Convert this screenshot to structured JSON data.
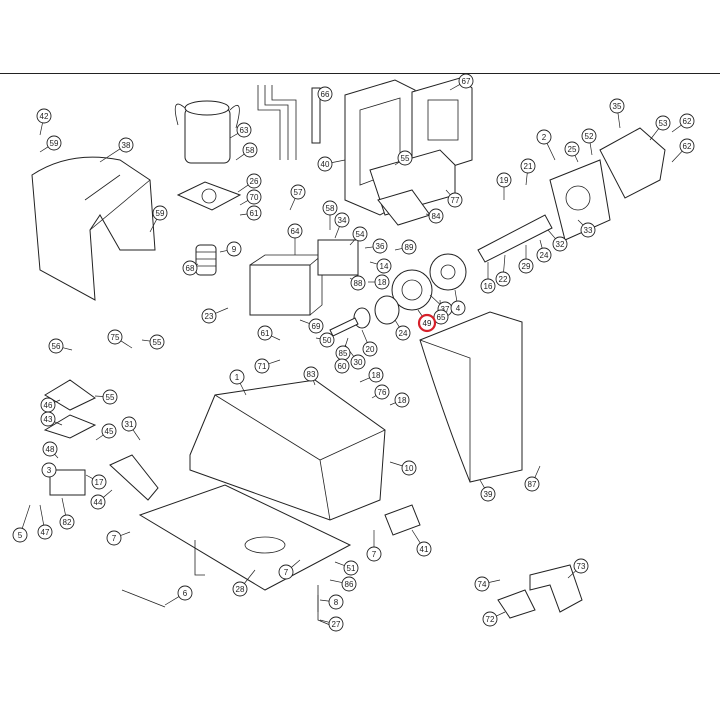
{
  "diagram": {
    "highlighted_part": "49",
    "accent_color": "#d6202a",
    "callouts": [
      {
        "label": "42"
      },
      {
        "label": "59"
      },
      {
        "label": "38"
      },
      {
        "label": "59"
      },
      {
        "label": "63"
      },
      {
        "label": "58"
      },
      {
        "label": "26"
      },
      {
        "label": "70"
      },
      {
        "label": "61"
      },
      {
        "label": "9"
      },
      {
        "label": "68"
      },
      {
        "label": "66"
      },
      {
        "label": "67"
      },
      {
        "label": "40"
      },
      {
        "label": "55"
      },
      {
        "label": "77"
      },
      {
        "label": "84"
      },
      {
        "label": "57"
      },
      {
        "label": "58"
      },
      {
        "label": "34"
      },
      {
        "label": "54"
      },
      {
        "label": "36"
      },
      {
        "label": "89"
      },
      {
        "label": "14"
      },
      {
        "label": "88"
      },
      {
        "label": "18"
      },
      {
        "label": "35"
      },
      {
        "label": "62"
      },
      {
        "label": "53"
      },
      {
        "label": "2"
      },
      {
        "label": "52"
      },
      {
        "label": "25"
      },
      {
        "label": "62"
      },
      {
        "label": "21"
      },
      {
        "label": "19"
      },
      {
        "label": "33"
      },
      {
        "label": "32"
      },
      {
        "label": "24"
      },
      {
        "label": "22"
      },
      {
        "label": "16"
      },
      {
        "label": "29"
      },
      {
        "label": "37"
      },
      {
        "label": "4"
      },
      {
        "label": "65"
      },
      {
        "label": "24"
      },
      {
        "label": "20"
      },
      {
        "label": "85"
      },
      {
        "label": "30"
      },
      {
        "label": "49"
      },
      {
        "label": "64"
      },
      {
        "label": "23"
      },
      {
        "label": "69"
      },
      {
        "label": "50"
      },
      {
        "label": "61"
      },
      {
        "label": "71"
      },
      {
        "label": "60"
      },
      {
        "label": "83"
      },
      {
        "label": "18"
      },
      {
        "label": "76"
      },
      {
        "label": "18"
      },
      {
        "label": "75"
      },
      {
        "label": "55"
      },
      {
        "label": "56"
      },
      {
        "label": "1"
      },
      {
        "label": "55"
      },
      {
        "label": "46"
      },
      {
        "label": "43"
      },
      {
        "label": "31"
      },
      {
        "label": "45"
      },
      {
        "label": "48"
      },
      {
        "label": "3"
      },
      {
        "label": "17"
      },
      {
        "label": "44"
      },
      {
        "label": "5"
      },
      {
        "label": "47"
      },
      {
        "label": "82"
      },
      {
        "label": "10"
      },
      {
        "label": "39"
      },
      {
        "label": "87"
      },
      {
        "label": "7"
      },
      {
        "label": "7"
      },
      {
        "label": "41"
      },
      {
        "label": "28"
      },
      {
        "label": "7"
      },
      {
        "label": "51"
      },
      {
        "label": "86"
      },
      {
        "label": "6"
      },
      {
        "label": "8"
      },
      {
        "label": "27"
      },
      {
        "label": "74"
      },
      {
        "label": "73"
      },
      {
        "label": "72"
      }
    ]
  }
}
